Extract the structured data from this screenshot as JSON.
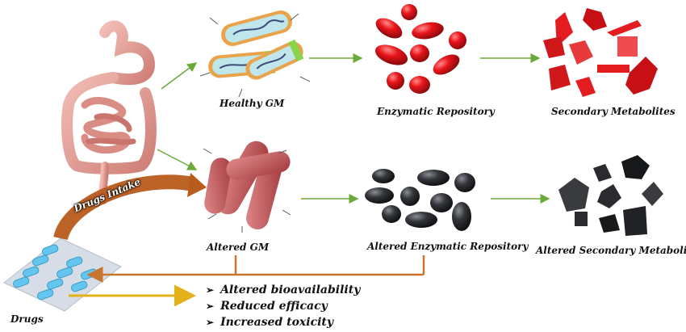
{
  "labels": {
    "healthy_gm": "Healthy GM",
    "enzymatic_repository": "Enzymatic Repository",
    "secondary_metabolites": "Secondary Metabolites",
    "altered_gm": "Altered GM",
    "altered_enzymatic_repository": "Altered Enzymatic Repository",
    "altered_secondary_metabolites": "Altered Secondary Metabolites",
    "drugs_intake": "Drugs Intake",
    "drugs": "Drugs"
  },
  "outcomes": [
    "Altered bioavailability",
    "Reduced efficacy",
    "Increased toxicity"
  ],
  "icons": {
    "gut": "gut-illustration-icon",
    "healthy_bacteria": "healthy-bacteria-icon",
    "altered_bacteria": "altered-bacteria-icon",
    "red_enzymes": "red-enzyme-ellipses-icon",
    "black_enzymes": "black-enzyme-ellipses-icon",
    "red_metabolites": "red-crystal-metabolites-icon",
    "black_metabolites": "black-crystal-metabolites-icon",
    "pills": "pill-blister-pack-icon"
  },
  "colors": {
    "flow_arrow": "#6aaa3a",
    "feedback_arrow": "#c8762e",
    "outcome_arrow": "#e3b11a",
    "healthy_red": "#e8141a",
    "altered_black": "#2c2c2f",
    "bacteria_altered": "#c85a5c",
    "gut": "#e6a39b"
  }
}
